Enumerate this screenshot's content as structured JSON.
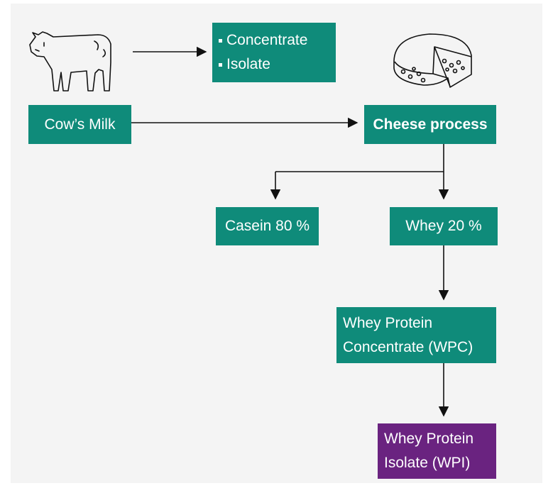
{
  "diagram": {
    "types_list": [
      "Concentrate",
      "Isolate"
    ],
    "cow_milk": "Cow’s Milk",
    "cheese_process": "Cheese process",
    "casein": "Casein 80 %",
    "whey": "Whey 20 %",
    "wpc_line1": "Whey Protein",
    "wpc_line2": "Concentrate (WPC)",
    "wpi_line1": "Whey Protein",
    "wpi_line2": "Isolate (WPI)",
    "icons": [
      "cow-icon",
      "cheese-icon"
    ],
    "colors": {
      "teal": "#0f8b7a",
      "purple": "#6a2380",
      "background": "#f4f4f4"
    }
  }
}
